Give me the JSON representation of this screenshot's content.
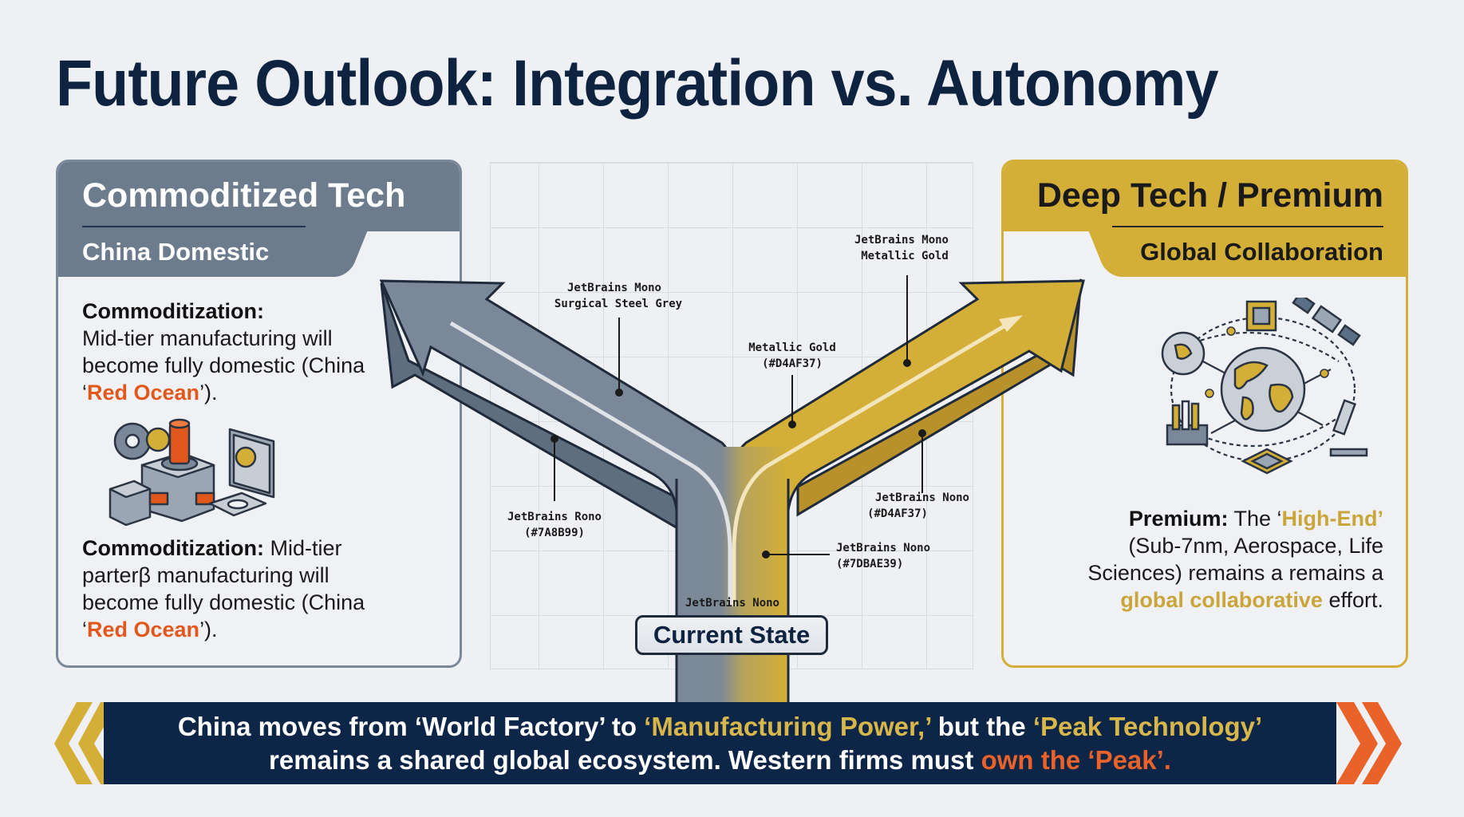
{
  "title": "Future Outlook: Integration vs. Autonomy",
  "left_card": {
    "title": "Commoditized Tech",
    "subtitle": "China Domestic",
    "accent_color": "#7A8899",
    "para1": {
      "label": "Commoditization:",
      "text": "Mid-tier manufacturing will become fully domestic (China ‘",
      "highlight": "Red Ocean",
      "tail": "’)."
    },
    "illustration_icon": "factory-machinery-icon",
    "para2": {
      "label": "Commoditization:",
      "text": " Mid-tier parterβ manufacturing will become fully domestic (China ‘",
      "highlight": "Red Ocean",
      "tail": "’)."
    }
  },
  "right_card": {
    "title": "Deep Tech / Premium",
    "subtitle": "Global Collaboration",
    "accent_color": "#D4AF37",
    "illustration_icon": "global-network-icon",
    "para": {
      "label": "Premium:",
      "pre": " The ‘",
      "highlight1": "High-End’",
      "text": " (Sub-7nm, Aerospace, Life Sciences) remains a remains a ",
      "highlight2": "global collaborative",
      "tail": " effort."
    }
  },
  "diagram": {
    "annotations": [
      {
        "line1": "JetBrains Mono",
        "line2": "Surgical Steel Grey"
      },
      {
        "line1": "JetBrains Mono",
        "line2": "Metallic Gold"
      },
      {
        "line1": "Metallic Gold",
        "line2": "(#D4AF37)"
      },
      {
        "line1": "JetBrains Rono",
        "line2": "(#7A8B99)"
      },
      {
        "line1": "JetBrains Nono",
        "line2": "(#D4AF37)"
      },
      {
        "line1": "JetBrains Nono",
        "line2": "(#7DBAE39)"
      },
      {
        "line1": "JetBrains Nono",
        "line2": ""
      }
    ],
    "current_state_label": "Current State",
    "left_arrow_color": "#7A8899",
    "right_arrow_color": "#D4AF37"
  },
  "banner": {
    "l1_a": "China moves from ‘World Factory’ to ",
    "l1_b": "‘Manufacturing Power,’",
    "l1_c": " but the ",
    "l1_d": "‘Peak Technology’",
    "l2_a": "remains a shared global ecosystem. Western firms must ",
    "l2_b": "own the ‘Peak’.",
    "colors": {
      "background": "#0D2547",
      "gold": "#D8B74A",
      "orange": "#E8622A"
    }
  }
}
